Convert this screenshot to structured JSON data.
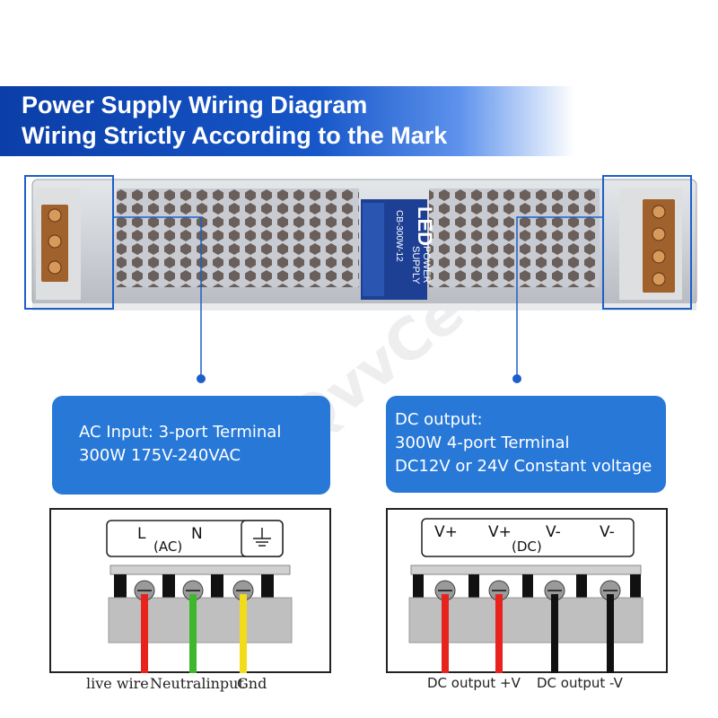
{
  "banner": {
    "line1": "Power Supply Wiring Diagram",
    "line2": "Wiring Strictly According to the Mark"
  },
  "device": {
    "brand_logo": "LED",
    "brand_line1": "POWER",
    "brand_line2": "SUPPLY",
    "model": "CB-300W-12"
  },
  "ac_box": {
    "line1": "AC Input: 3-port Terminal",
    "line2": "300W 175V-240VAC"
  },
  "dc_box": {
    "line1": "DC output:",
    "line2": "300W 4-port Terminal",
    "line3": "DC12V or 24V Constant voltage"
  },
  "ac_terminal": {
    "label_l": "L",
    "label_n": "N",
    "label_ac": "(AC)",
    "ground_icon": "ground-symbol-icon",
    "caption_live": "live wire",
    "caption_neutral": "Neutralinput",
    "caption_gnd": "Gnd",
    "wire_colors": [
      "#e8231e",
      "#3cb82a",
      "#f2dc1a"
    ]
  },
  "dc_terminal": {
    "label_v1": "V+",
    "label_v2": "V+",
    "label_v3": "V-",
    "label_v4": "V-",
    "label_dc": "(DC)",
    "caption_pos": "DC output  +V",
    "caption_neg": "DC output  -V",
    "wire_colors": [
      "#e8231e",
      "#e8231e",
      "#111111",
      "#111111"
    ]
  },
  "watermark": "QvvCev",
  "colors": {
    "banner_blue": "#0b3ea8",
    "box_blue": "#2878d8",
    "callout_blue": "#1d5fc8"
  }
}
